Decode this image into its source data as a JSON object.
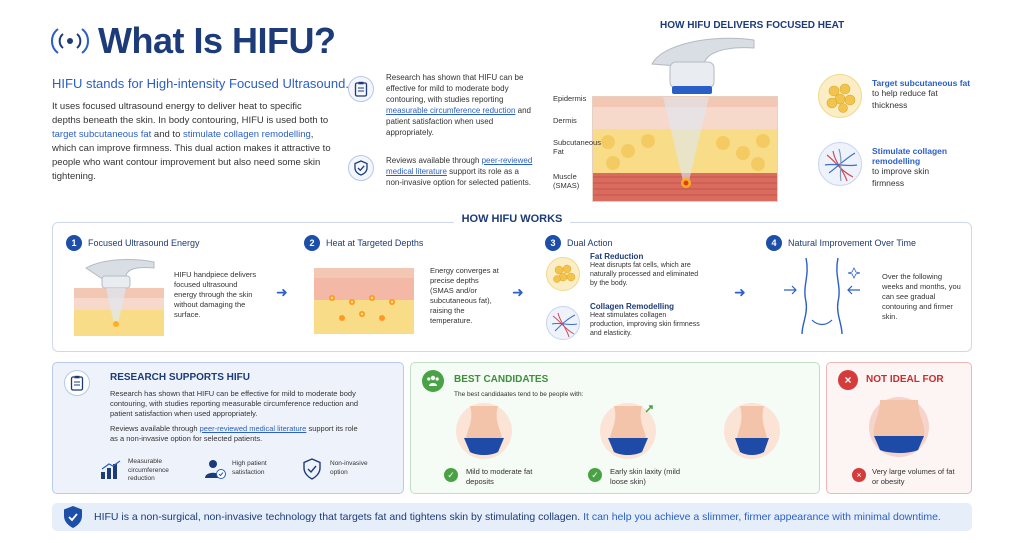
{
  "header": {
    "title": "What Is HIFU?",
    "subtitle": "HIFU stands for High-intensity Focused Ultrasound.",
    "intro_a": "It uses focused ultrasound energy to deliver heat to specific depths beneath the skin. In body contouring, HIFU is used both to ",
    "intro_b": "target subcutaneous fat",
    "intro_c": " and to ",
    "intro_d": "stimulate collagen remodelling",
    "intro_e": ", which can improve firmness. This dual action makes it attractive to people who want contour improvement but also need some skin tightening."
  },
  "research_top": {
    "p1_a": "Research has shown that HIFU can be effective for mild to moderate body contouring, with studies reporting ",
    "p1_b": "measurable circumference reduction",
    "p1_c": " and patient satisfaction when used appropriately.",
    "p2_a": "Reviews available through ",
    "p2_b": "peer-reviewed medical literature",
    "p2_c": " support its role as a non-invasive option for selected patients."
  },
  "diagram": {
    "title": "HOW HIFU DELIVERS FOCUSED HEAT",
    "layers": [
      "Epidermis",
      "Dermis",
      "Subcutaneous Fat",
      "Muscle (SMAS)"
    ]
  },
  "callouts": {
    "fat_title": "Target subcutaneous fat",
    "fat_text": "to help reduce fat thickness",
    "collagen_title": "Stimulate collagen remodelling",
    "collagen_text": "to improve skin firmness"
  },
  "works": {
    "title": "HOW HIFU WORKS",
    "steps": [
      {
        "num": "1",
        "title": "Focused Ultrasound Energy",
        "text": "HIFU handpiece delivers focused ultrasound energy through the skin without damaging the surface."
      },
      {
        "num": "2",
        "title": "Heat at Targeted Depths",
        "text": "Energy converges at precise depths (SMAS and/or subcutaneous fat), raising the temperature."
      },
      {
        "num": "3",
        "title": "Dual Action",
        "sub1_title": "Fat Reduction",
        "sub1_text": "Heat disrupts fat cells, which are naturally processed and eliminated by the body.",
        "sub2_title": "Collagen Remodelling",
        "sub2_text": "Heat stimulates collagen production, improving skin firmness and elasticity."
      },
      {
        "num": "4",
        "title": "Natural Improvement Over Time",
        "text": "Over the following weeks and months, you can see gradual contouring and firmer skin."
      }
    ]
  },
  "research_box": {
    "title": "RESEARCH SUPPORTS HIFU",
    "p1": "Research has shown that HIFU can be effective for mild to moderate body contouring, with studies reporting measurable circumference reduction and patient satisfaction when used appropriately.",
    "p2_a": "Reviews available through ",
    "p2_b": "peer-reviewed medical literature",
    "p2_c": " support its role as a non-invasive option for selected patients.",
    "stat1": "Measurable circumference reduction",
    "stat2": "High patient satisfaction",
    "stat3": "Non-invasive option"
  },
  "candidates": {
    "title": "BEST CANDIDATES",
    "intro": "The best candidaates tend to be people with:",
    "item1": "Mild to moderate fat deposits",
    "item2": "Early skin laxity (mild loose skin)"
  },
  "not_ideal": {
    "title": "NOT IDEAL FOR",
    "item": "Very large volumes of fat or obesity"
  },
  "footer": {
    "text_a": "HIFU is a non-surgical, non-invasive technology that targets fat and tightens skin by stimulating collagen. ",
    "text_b": "It can help you achieve a slimmer, firmer appearance with minimal downtime."
  },
  "colors": {
    "navy": "#1d3b78",
    "accent": "#2a5fc7",
    "green": "#4aa246",
    "red": "#d63b3b"
  }
}
